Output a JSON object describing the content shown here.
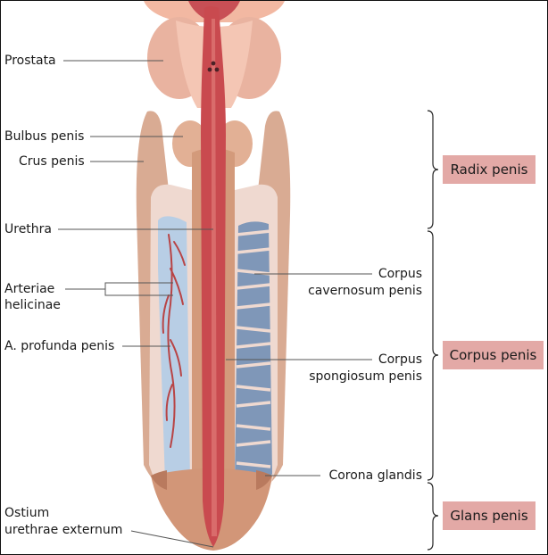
{
  "labels": {
    "prostata": "Prostata",
    "bulbus_penis": "Bulbus penis",
    "crus_penis": "Crus penis",
    "urethra": "Urethra",
    "arteriae_helicinae_1": "Arteriae",
    "arteriae_helicinae_2": "helicinae",
    "a_profunda_penis": "A. profunda penis",
    "ostium_1": "Ostium",
    "ostium_2": "urethrae externum",
    "corpus_cavernosum_1": "Corpus",
    "corpus_cavernosum_2": "cavernosum penis",
    "corpus_spongiosum_1": "Corpus",
    "corpus_spongiosum_2": "spongiosum penis",
    "corona_glandis": "Corona glandis"
  },
  "regions": {
    "radix": "Radix penis",
    "corpus": "Corpus penis",
    "glans": "Glans penis"
  },
  "colors": {
    "region_box": "#e3a9a6",
    "urethra_red": "#c94a4f",
    "erectile_tan": "#d49a7e",
    "tunica_pale": "#f0dcd3",
    "cavernous_blue": "#7f97b8",
    "leader_line": "#555555"
  }
}
